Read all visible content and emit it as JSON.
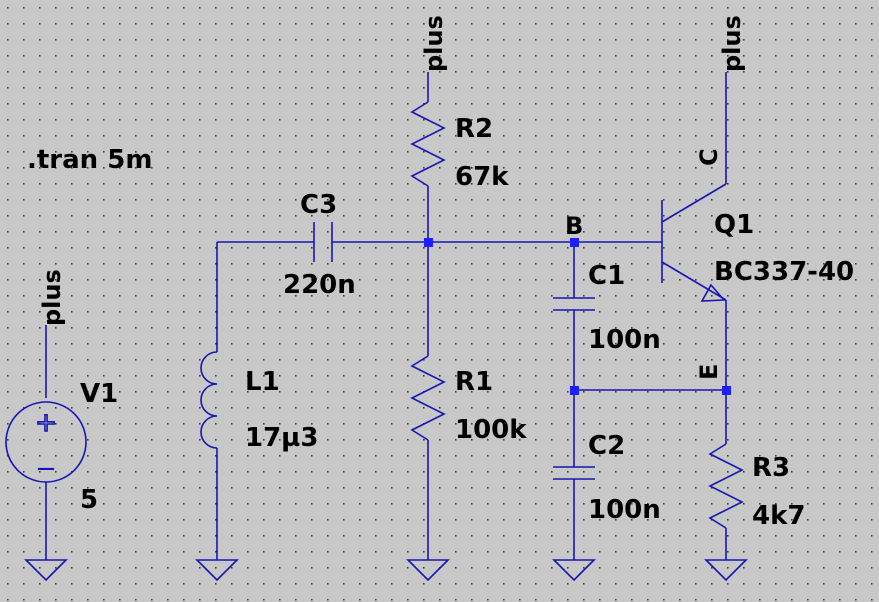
{
  "colors": {
    "background": "#c8c8c8",
    "wire": "#1616b4",
    "junction": "#1e1eff",
    "text": "#000000",
    "grid": "#3a3a3a"
  },
  "directive": ".tran 5m",
  "components": {
    "v1": {
      "ref": "V1",
      "value": "5",
      "plus_sign": "+",
      "minus_sign": "−"
    },
    "r1": {
      "ref": "R1",
      "value": "100k"
    },
    "r2": {
      "ref": "R2",
      "value": "67k"
    },
    "r3": {
      "ref": "R3",
      "value": "4k7"
    },
    "c1": {
      "ref": "C1",
      "value": "100n"
    },
    "c2": {
      "ref": "C2",
      "value": "100n"
    },
    "c3": {
      "ref": "C3",
      "value": "220n"
    },
    "l1": {
      "ref": "L1",
      "value": "17µ3"
    },
    "q1": {
      "ref": "Q1",
      "value": "BC337-40"
    }
  },
  "nets": {
    "supply": "plus",
    "base": "B",
    "collector": "C",
    "emitter": "E"
  },
  "icons": [
    "ground-icon",
    "voltage-source-icon",
    "resistor-icon",
    "capacitor-icon",
    "inductor-icon",
    "npn-transistor-icon"
  ]
}
